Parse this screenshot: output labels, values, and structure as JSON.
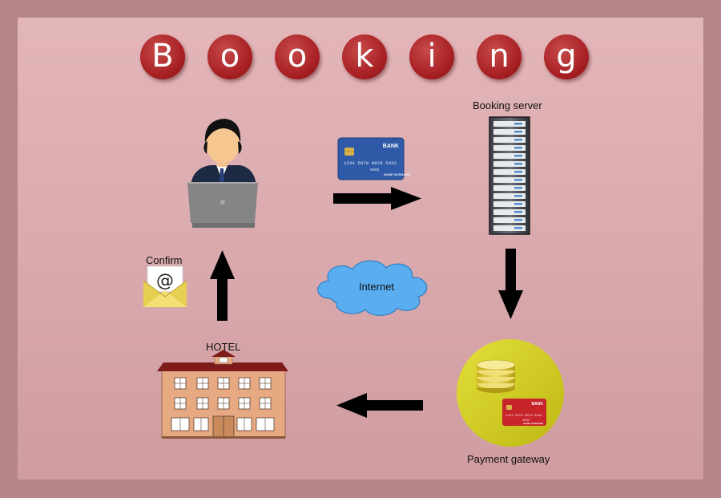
{
  "title_letters": [
    "B",
    "o",
    "o",
    "k",
    "i",
    "n",
    "g"
  ],
  "labels": {
    "booking_server": "Booking server",
    "confirm": "Confirm",
    "internet": "Internet",
    "hotel": "HOTEL",
    "payment_gateway": "Payment gateway"
  },
  "card": {
    "bank": "BANK",
    "number": "1234  5678  9876  5432",
    "expiry": "00/00",
    "holder": "NAME SURNAME"
  },
  "icons": {
    "user": "user-at-laptop-icon",
    "card": "credit-card-icon",
    "server": "server-rack-icon",
    "gateway": "payment-gateway-icon",
    "hotel": "hotel-building-icon",
    "mail": "email-envelope-icon",
    "cloud": "cloud-icon"
  },
  "colors": {
    "letter_ball": "#a61f22",
    "gateway_circle": "#d6d21a",
    "cloud": "#5aaef0",
    "card_blue": "#2f5aa8",
    "card_red": "#c8242c"
  }
}
